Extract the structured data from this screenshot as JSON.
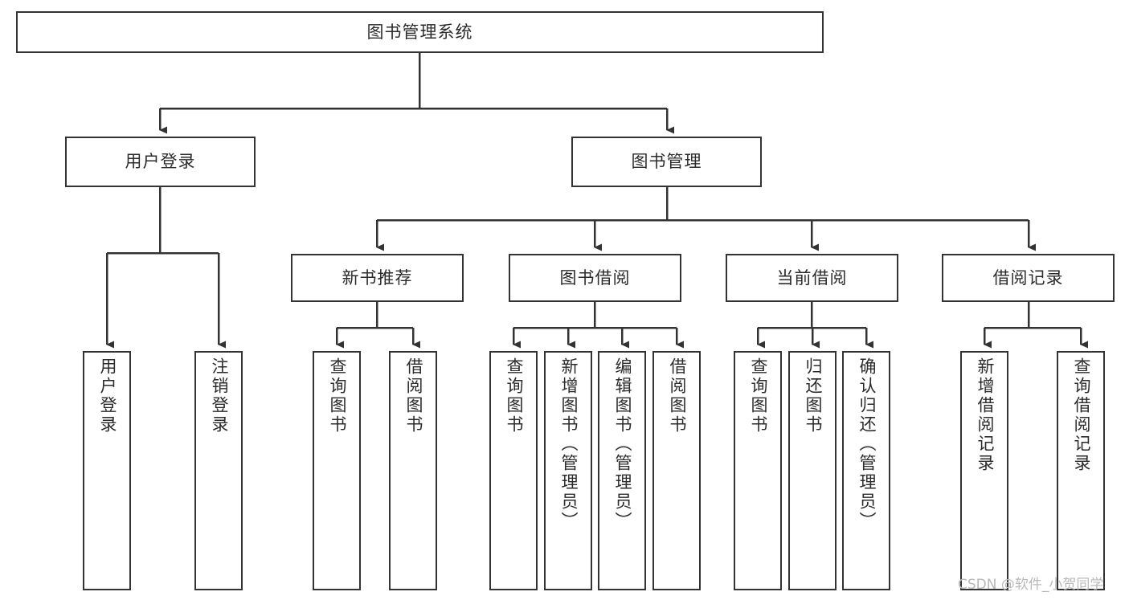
{
  "diagram": {
    "type": "tree",
    "title": "图书管理系统",
    "watermark": "CSDN @软件_小贺同学",
    "colors": {
      "box_border": "#333333",
      "box_fill": "#ffffff",
      "connector": "#333333",
      "text": "#2b2b2b",
      "watermark": "#b9b9b9",
      "background": "#ffffff"
    },
    "nodes": {
      "root": {
        "label": "图书管理系统",
        "level": 1,
        "orientation": "horizontal"
      },
      "n_user_login": {
        "label": "用户登录",
        "level": 2,
        "orientation": "horizontal"
      },
      "n_book_manage": {
        "label": "图书管理",
        "level": 2,
        "orientation": "horizontal"
      },
      "n_new_book_rec": {
        "label": "新书推荐",
        "level": 3,
        "orientation": "horizontal"
      },
      "n_book_borrow": {
        "label": "图书借阅",
        "level": 3,
        "orientation": "horizontal"
      },
      "n_current_borrow": {
        "label": "当前借阅",
        "level": 3,
        "orientation": "horizontal"
      },
      "n_borrow_record": {
        "label": "借阅记录",
        "level": 3,
        "orientation": "horizontal"
      },
      "l_user_login": {
        "label": "用户登录",
        "level": 4,
        "orientation": "vertical"
      },
      "l_logout": {
        "label": "注销登录",
        "level": 4,
        "orientation": "vertical"
      },
      "l_query_book_1": {
        "label": "查询图书",
        "level": 4,
        "orientation": "vertical"
      },
      "l_borrow_book_1": {
        "label": "借阅图书",
        "level": 4,
        "orientation": "vertical"
      },
      "l_query_book_2": {
        "label": "查询图书",
        "level": 4,
        "orientation": "vertical"
      },
      "l_add_book": {
        "label": "新增图书（管理员）",
        "level": 4,
        "orientation": "vertical"
      },
      "l_edit_book": {
        "label": "编辑图书（管理员）",
        "level": 4,
        "orientation": "vertical"
      },
      "l_borrow_book_2": {
        "label": "借阅图书",
        "level": 4,
        "orientation": "vertical"
      },
      "l_query_book_3": {
        "label": "查询图书",
        "level": 4,
        "orientation": "vertical"
      },
      "l_return_book": {
        "label": "归还图书",
        "level": 4,
        "orientation": "vertical"
      },
      "l_confirm_return": {
        "label": "确认归还（管理员）",
        "level": 4,
        "orientation": "vertical"
      },
      "l_add_record": {
        "label": "新增借阅记录",
        "level": 4,
        "orientation": "vertical"
      },
      "l_query_record": {
        "label": "查询借阅记录",
        "level": 4,
        "orientation": "vertical"
      }
    },
    "edges": [
      {
        "from": "root",
        "to": "n_user_login"
      },
      {
        "from": "root",
        "to": "n_book_manage"
      },
      {
        "from": "n_user_login",
        "to": "l_user_login"
      },
      {
        "from": "n_user_login",
        "to": "l_logout"
      },
      {
        "from": "n_book_manage",
        "to": "n_new_book_rec"
      },
      {
        "from": "n_book_manage",
        "to": "n_book_borrow"
      },
      {
        "from": "n_book_manage",
        "to": "n_current_borrow"
      },
      {
        "from": "n_book_manage",
        "to": "n_borrow_record"
      },
      {
        "from": "n_new_book_rec",
        "to": "l_query_book_1"
      },
      {
        "from": "n_new_book_rec",
        "to": "l_borrow_book_1"
      },
      {
        "from": "n_book_borrow",
        "to": "l_query_book_2"
      },
      {
        "from": "n_book_borrow",
        "to": "l_add_book"
      },
      {
        "from": "n_book_borrow",
        "to": "l_edit_book"
      },
      {
        "from": "n_book_borrow",
        "to": "l_borrow_book_2"
      },
      {
        "from": "n_current_borrow",
        "to": "l_query_book_3"
      },
      {
        "from": "n_current_borrow",
        "to": "l_return_book"
      },
      {
        "from": "n_current_borrow",
        "to": "l_confirm_return"
      },
      {
        "from": "n_borrow_record",
        "to": "l_add_record"
      },
      {
        "from": "n_borrow_record",
        "to": "l_query_record"
      }
    ]
  }
}
